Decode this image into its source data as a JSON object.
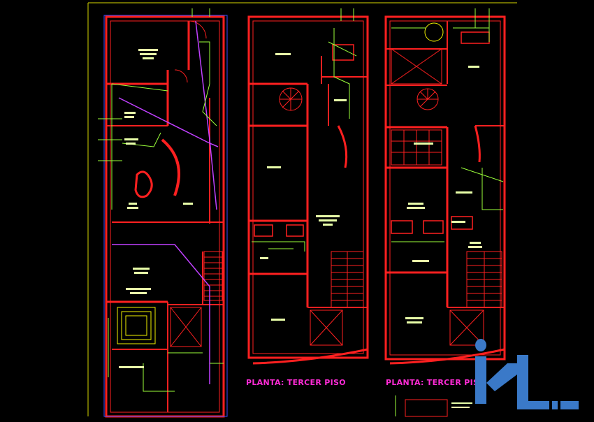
{
  "drawing": {
    "background": "#000000",
    "frame_color": "#d8d800",
    "wall_color": "#ff2020",
    "electrical_color": "#9bff3a",
    "circuit_color": "#c040ff",
    "title_color": "#ff2bd6",
    "outline_color": "#3b4bff"
  },
  "plans": [
    {
      "id": "plan-1",
      "title": ""
    },
    {
      "id": "plan-2",
      "title": "PLANTA: TERCER PISO"
    },
    {
      "id": "plan-3",
      "title": "PLANTA: TERCER PISO"
    }
  ],
  "logo": {
    "text": "iL",
    "color": "#3a79c8"
  }
}
